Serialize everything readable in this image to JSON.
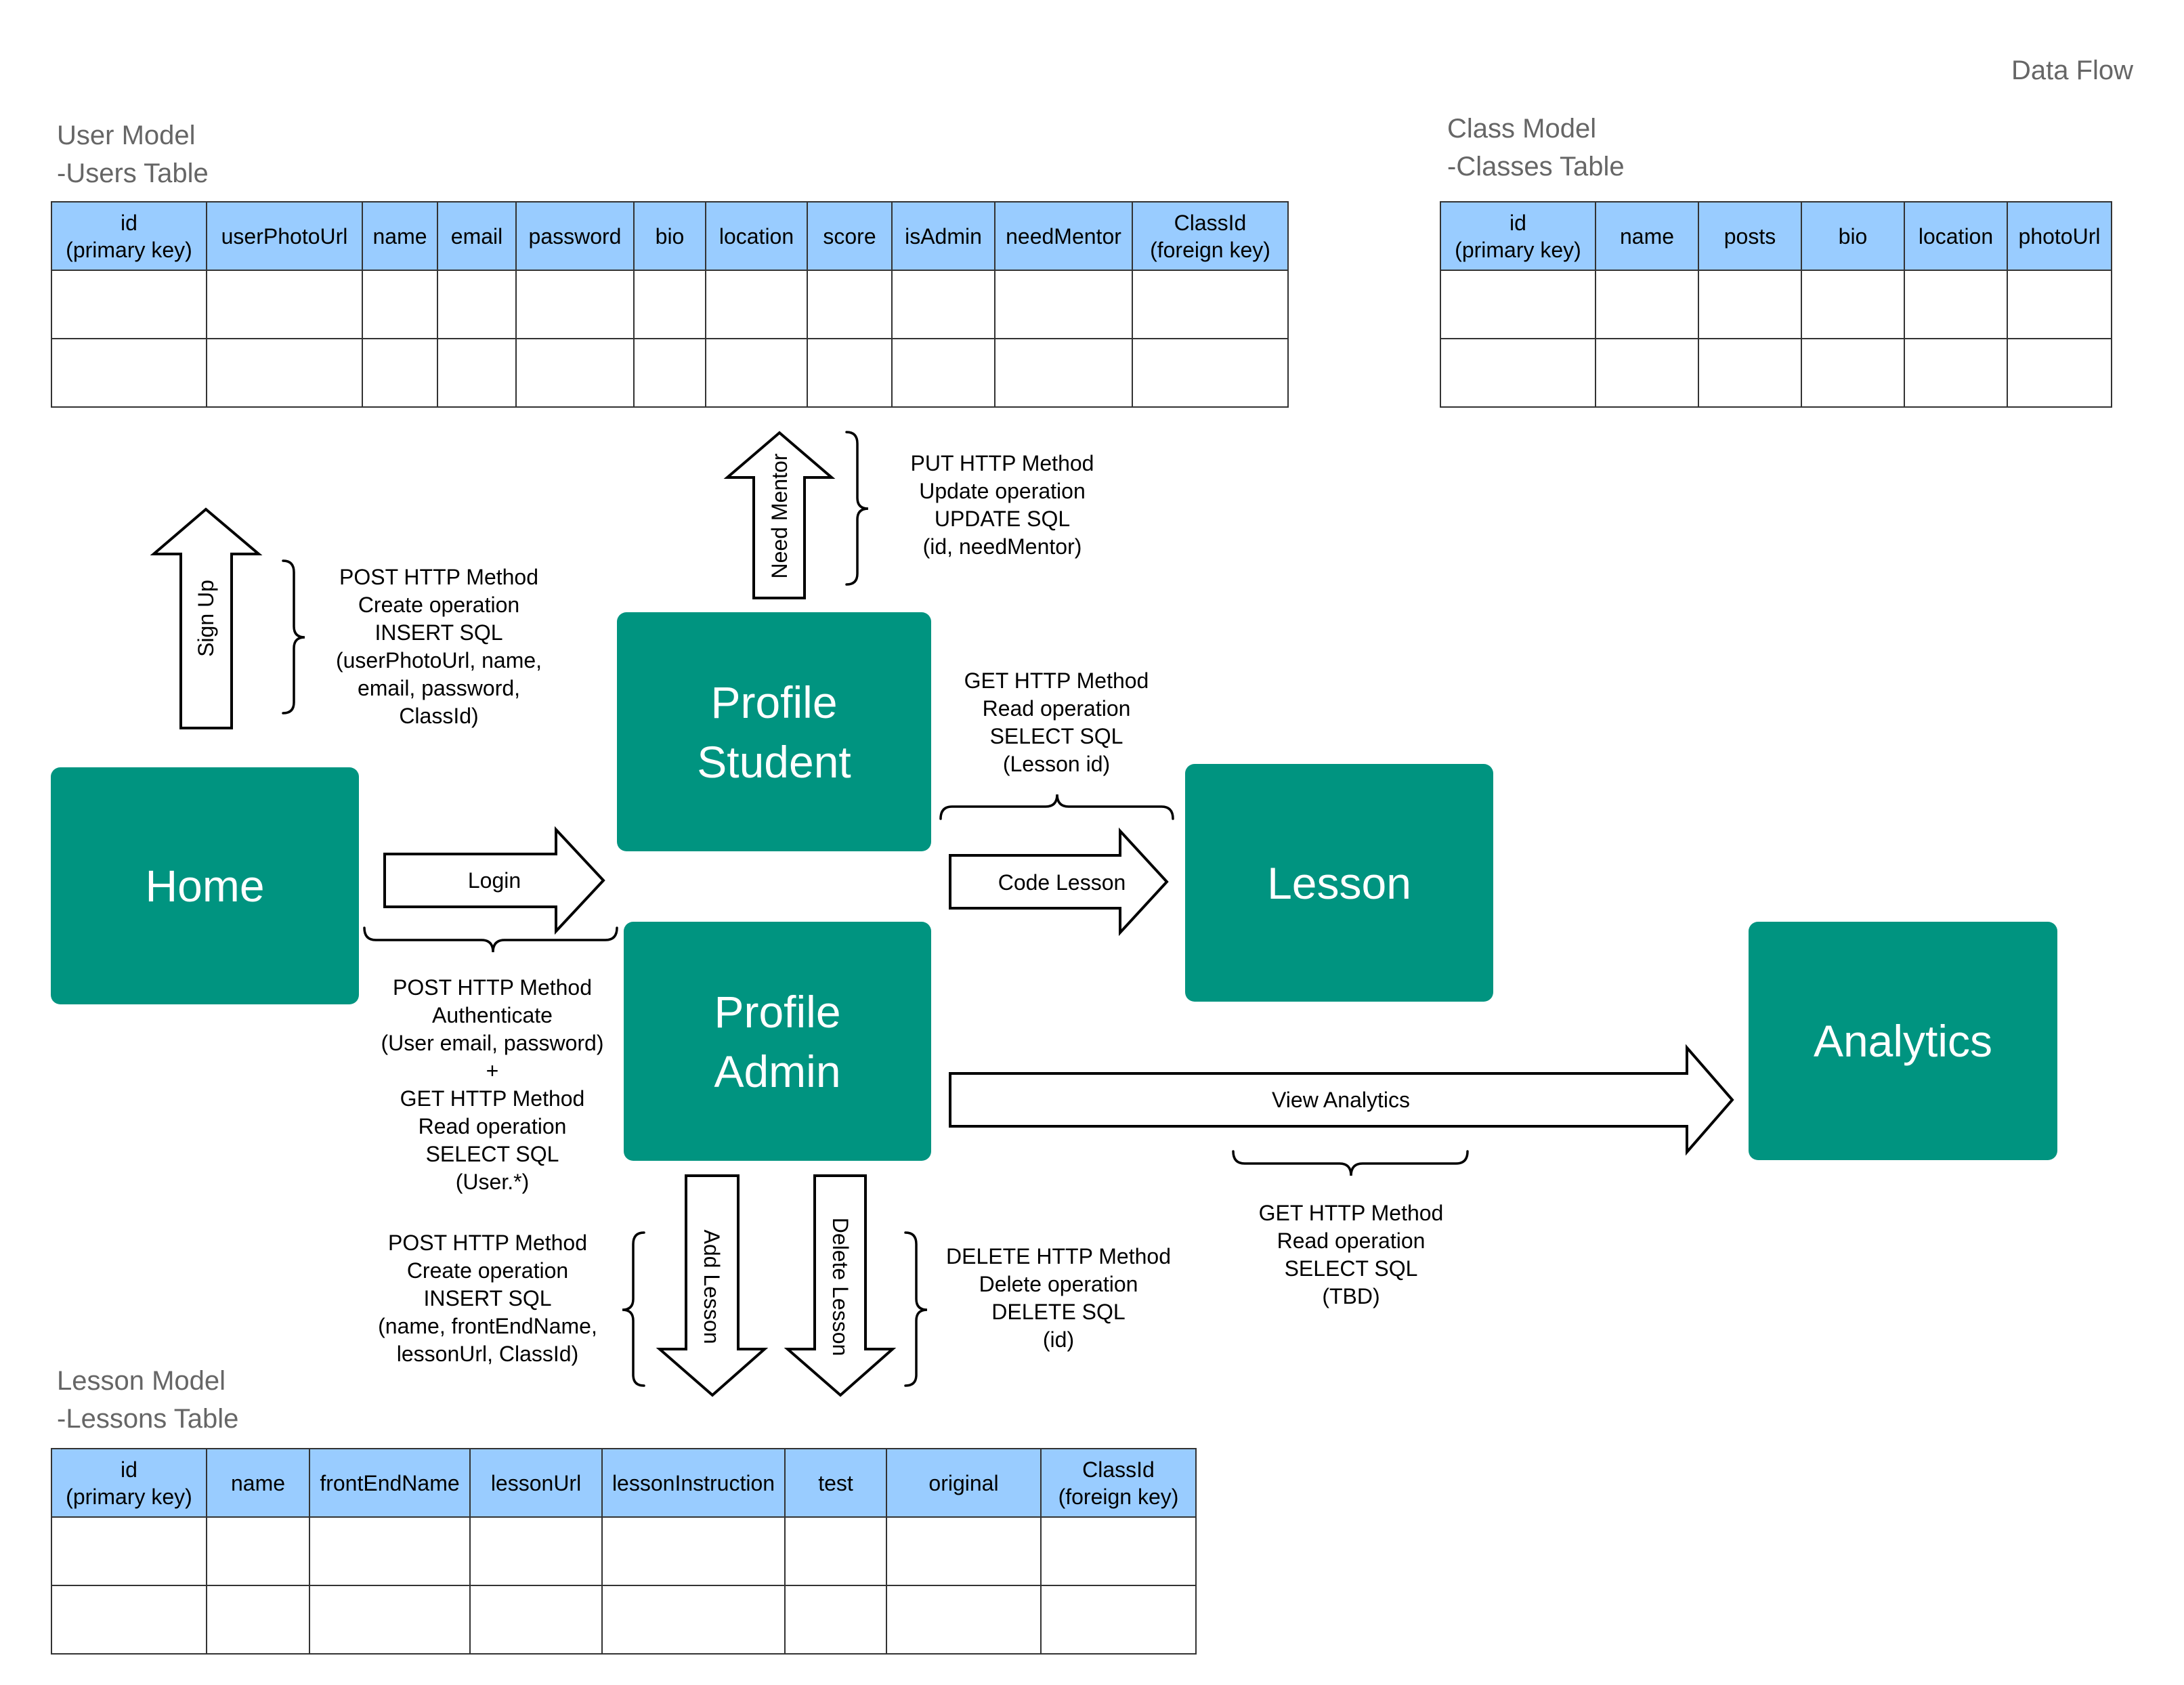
{
  "title": "Data Flow",
  "user_model": {
    "title": "User Model\n-Users Table",
    "columns": [
      "id\n(primary key)",
      "userPhotoUrl",
      "name",
      "email",
      "password",
      "bio",
      "location",
      "score",
      "isAdmin",
      "needMentor",
      "ClassId\n(foreign key)"
    ]
  },
  "class_model": {
    "title": "Class Model\n-Classes Table",
    "columns": [
      "id\n(primary key)",
      "name",
      "posts",
      "bio",
      "location",
      "photoUrl"
    ]
  },
  "lesson_model": {
    "title": "Lesson Model\n-Lessons Table",
    "columns": [
      "id\n(primary key)",
      "name",
      "frontEndName",
      "lessonUrl",
      "lessonInstruction",
      "test",
      "original",
      "ClassId\n(foreign key)"
    ]
  },
  "nodes": {
    "home": "Home",
    "profile_student": "Profile\nStudent",
    "profile_admin": "Profile\nAdmin",
    "lesson": "Lesson",
    "analytics": "Analytics"
  },
  "arrows": {
    "sign_up": "Sign Up",
    "need_mentor": "Need Mentor",
    "login": "Login",
    "code_lesson": "Code Lesson",
    "view_analytics": "View Analytics",
    "add_lesson": "Add Lesson",
    "delete_lesson": "Delete Lesson"
  },
  "notes": {
    "sign_up": "POST HTTP Method\nCreate operation\nINSERT SQL\n(userPhotoUrl, name,\nemail, password,\nClassId)",
    "need_mentor": "PUT HTTP Method\nUpdate operation\nUPDATE SQL\n(id, needMentor)",
    "code_lesson": "GET HTTP Method\nRead operation\nSELECT SQL\n(Lesson id)",
    "login": "POST HTTP Method\nAuthenticate\n(User email, password)\n+\nGET HTTP Method\nRead operation\nSELECT SQL\n(User.*)",
    "add_lesson": "POST HTTP Method\nCreate operation\nINSERT SQL\n(name, frontEndName,\nlessonUrl, ClassId)",
    "delete_lesson": "DELETE HTTP Method\nDelete operation\nDELETE SQL\n(id)",
    "view_analytics": "GET HTTP Method\nRead operation\nSELECT SQL\n(TBD)"
  },
  "colors": {
    "node_fill": "#009480",
    "header_fill": "#99ccff",
    "title_gray": "#666666"
  }
}
